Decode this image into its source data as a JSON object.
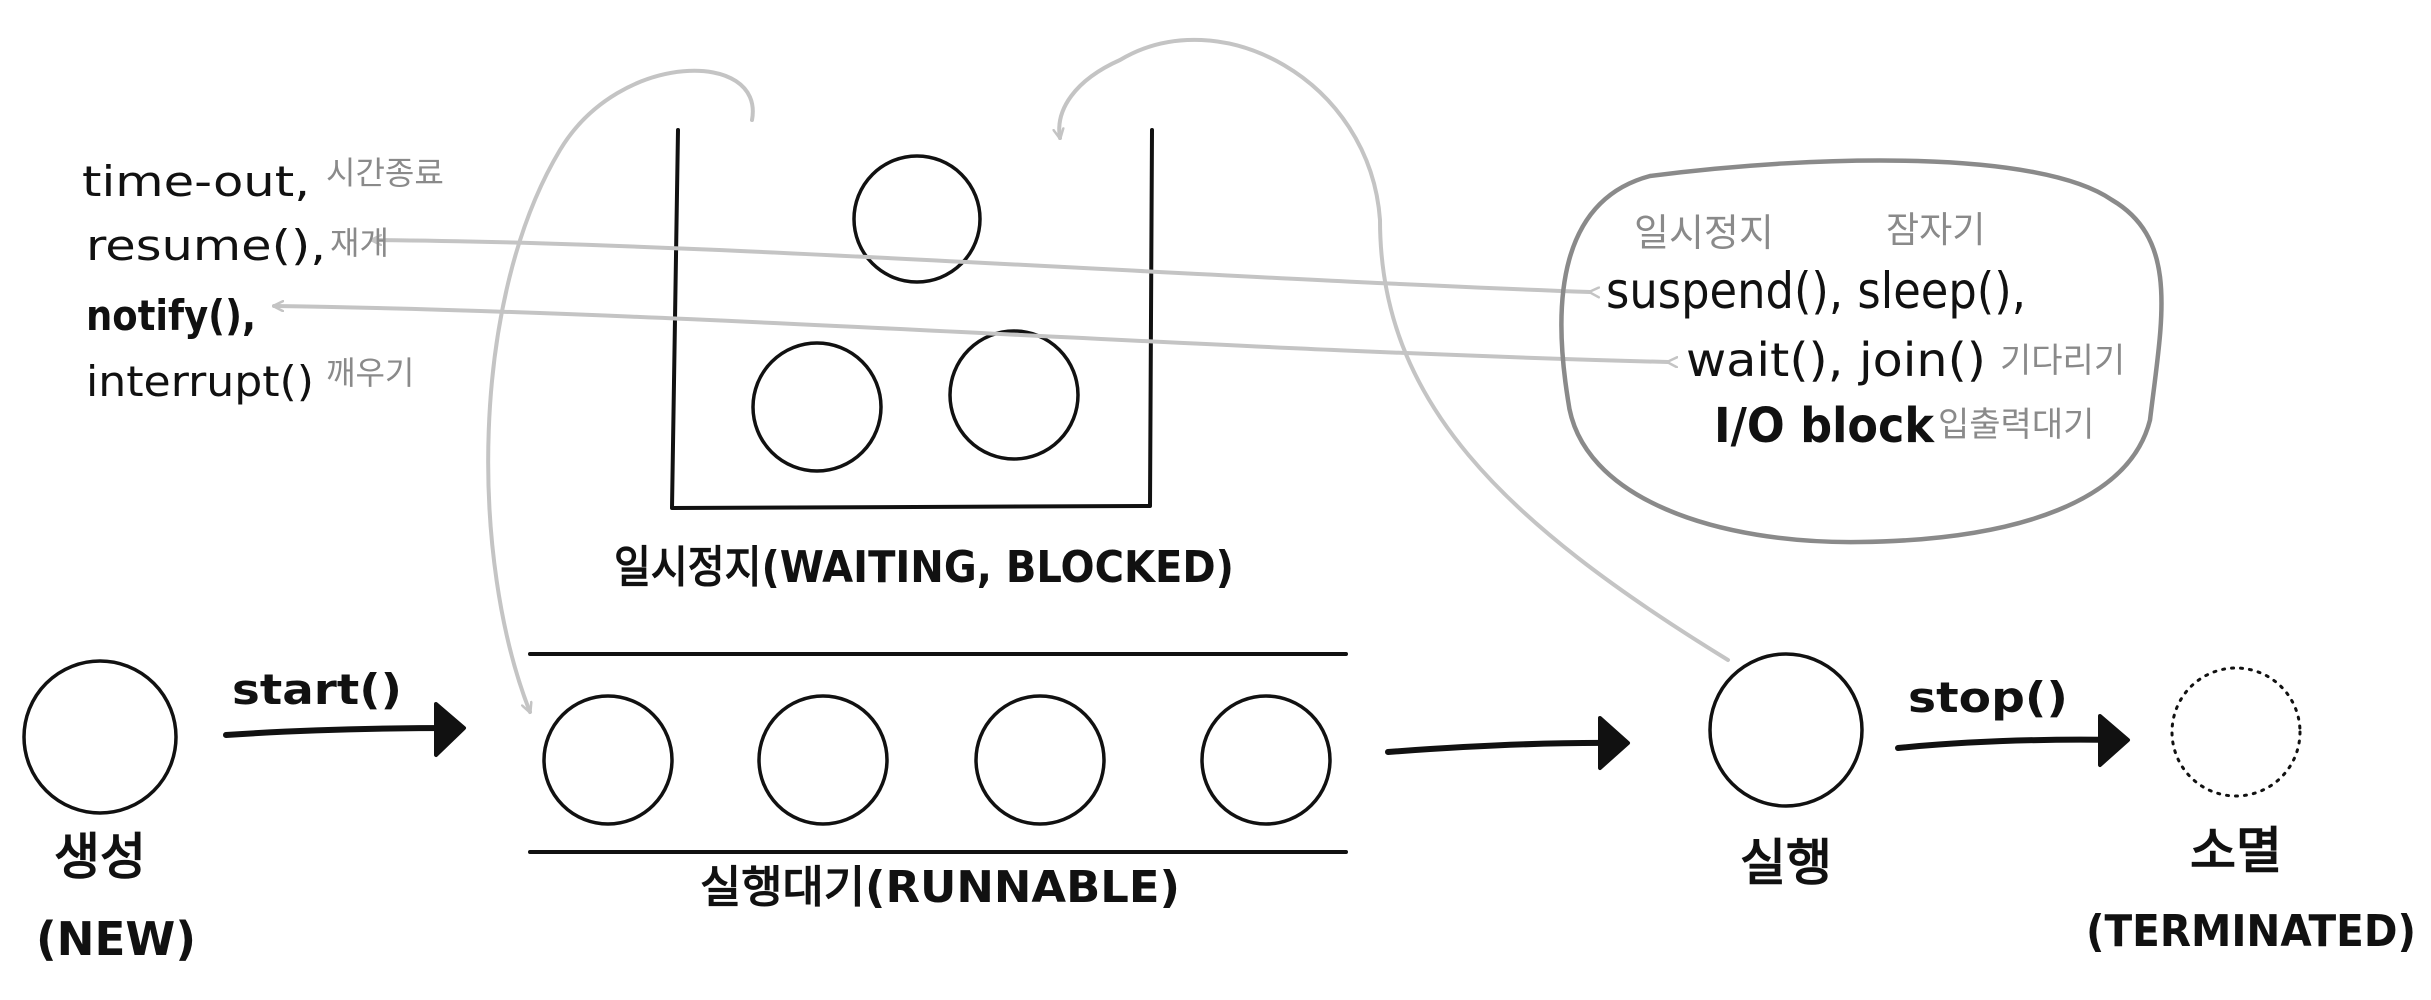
{
  "states": {
    "new": {
      "name_ko": "생성",
      "name_en": "(NEW)"
    },
    "runnable": {
      "label": "실행대기(RUNNABLE)"
    },
    "running": {
      "name_ko": "실행"
    },
    "terminated": {
      "name_ko": "소멸",
      "name_en": "(TERMINATED)"
    },
    "waiting": {
      "label": "일시정지(WAITING, BLOCKED)"
    }
  },
  "transitions": {
    "start": "start()",
    "stop": "stop()"
  },
  "resume_causes": {
    "timeout": {
      "method": "time-out,",
      "note": "시간종료"
    },
    "resume": {
      "method": "resume(),",
      "note": "재개"
    },
    "notify": {
      "method": "notify(),",
      "note": ""
    },
    "interrupt": {
      "method": "interrupt()",
      "note": "깨우기"
    }
  },
  "pause_causes": {
    "header_pause": "일시정지",
    "header_sleep": "잠자기",
    "line1": "suspend(), sleep(),",
    "line2_method": "wait(), join()",
    "line2_note": "기다리기",
    "line3_method": "I/O block",
    "line3_note": "입출력대기"
  },
  "colors": {
    "ink": "#111111",
    "pencil": "#8a8a8a",
    "arrow_gray": "#c4c4c4"
  }
}
